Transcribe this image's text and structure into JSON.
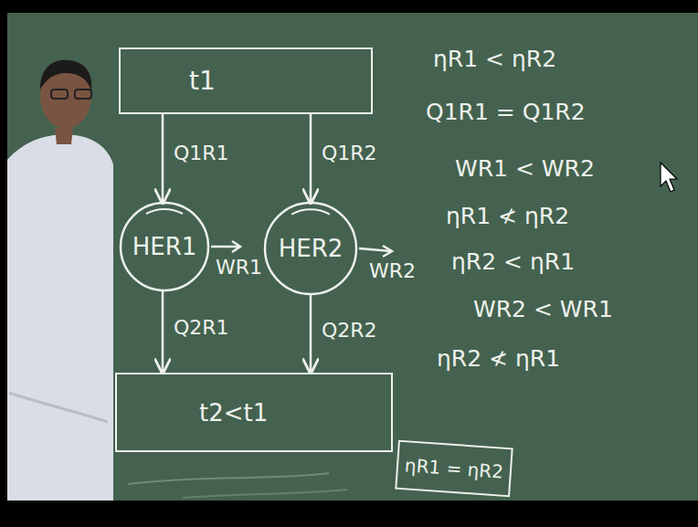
{
  "diagram": {
    "nodes": [
      {
        "text": [
          "t1"
        ]
      },
      {
        "text": [
          "HER1"
        ]
      },
      {
        "text": [
          "HER2"
        ]
      },
      {
        "text": [
          "t2<t1"
        ]
      },
      {
        "text": [
          "ηR1 = ηR2"
        ]
      }
    ],
    "edges": [
      {
        "from": 0,
        "to": 1,
        "label": "Q1R1",
        "arrow": "to"
      },
      {
        "from": 0,
        "to": 2,
        "label": "Q1R2",
        "arrow": "to"
      },
      {
        "from": 1,
        "to": 3,
        "label": "Q2R1",
        "arrow": "to"
      },
      {
        "from": 2,
        "to": 3,
        "label": "Q2R2",
        "arrow": "to"
      }
    ],
    "labels": [
      "WR1",
      "WR2",
      "ηR1 < ηR2",
      "Q1R1 = Q1R2",
      "WR1 < WR2",
      "ηR1 ≮ ηR2",
      "ηR2 < ηR1",
      "WR2 < WR1",
      "ηR2 ≮ ηR1"
    ]
  }
}
